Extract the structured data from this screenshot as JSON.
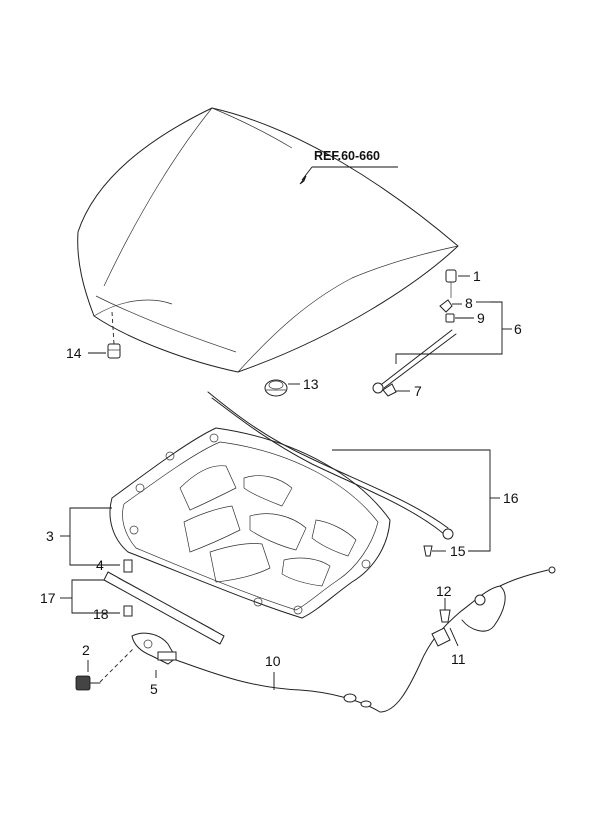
{
  "reference_label": "REF.60-660",
  "callouts": {
    "c1": "1",
    "c2": "2",
    "c3": "3",
    "c4": "4",
    "c5": "5",
    "c6": "6",
    "c7": "7",
    "c8": "8",
    "c9": "9",
    "c10": "10",
    "c11": "11",
    "c12": "12",
    "c13": "13",
    "c14": "14",
    "c15": "15",
    "c16": "16",
    "c17": "17",
    "c18": "18"
  }
}
